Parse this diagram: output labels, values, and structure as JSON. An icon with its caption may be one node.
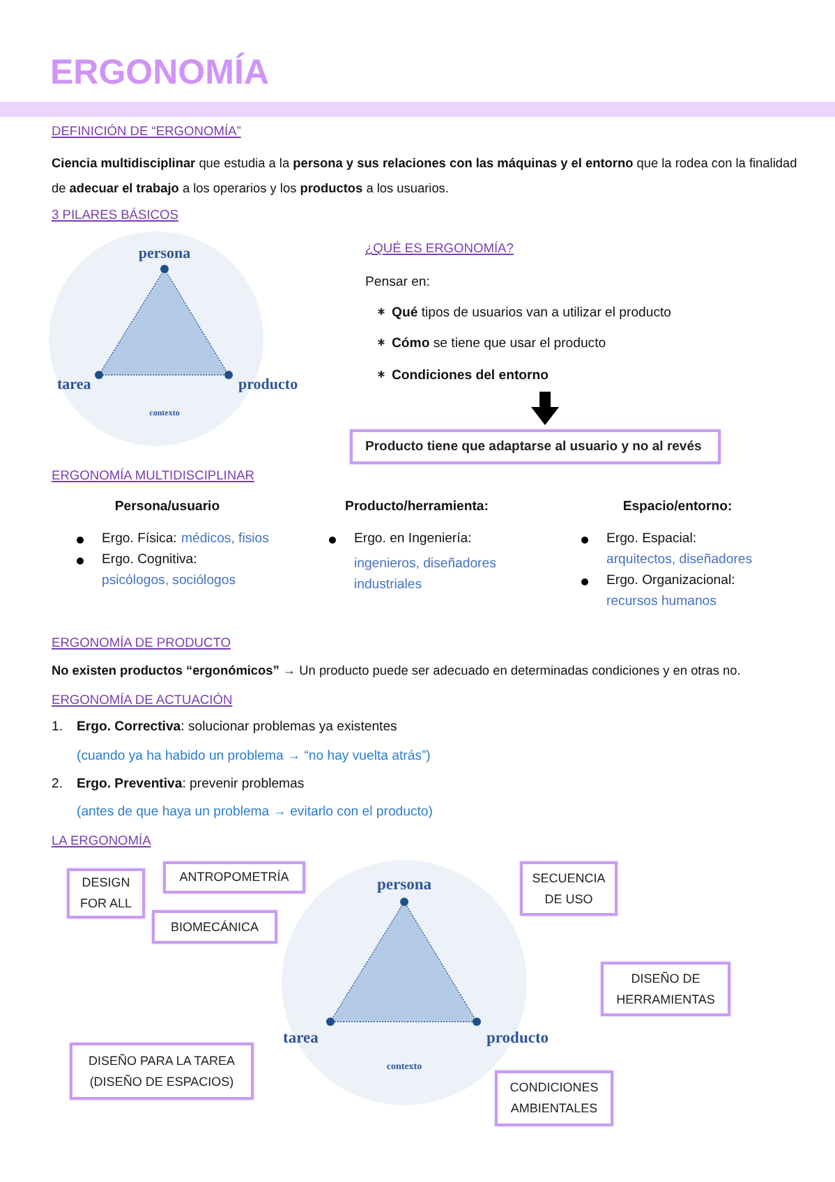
{
  "diagram": {
    "title": "ERGONOMÍA",
    "nodes": [
      {
        "text": [
          "persona",
          "tarea",
          "producto",
          "contexto"
        ]
      },
      {
        "text": [
          "Producto tiene que adaptarse al usuario y no al revés"
        ]
      },
      {
        "text": [
          "DESIGN FOR ALL"
        ]
      },
      {
        "text": [
          "ANTROPOMETRÍA"
        ]
      },
      {
        "text": [
          "SECUENCIA DE USO"
        ]
      },
      {
        "text": [
          "BIOMECÁNICA"
        ]
      },
      {
        "text": [
          "persona",
          "tarea",
          "producto",
          "contexto"
        ]
      },
      {
        "text": [
          "DISEÑO DE HERRAMIENTAS"
        ]
      },
      {
        "text": [
          "DISEÑO PARA LA TAREA (DISEÑO DE ESPACIOS)"
        ]
      },
      {
        "text": [
          "CONDICIONES AMBIENTALES"
        ]
      }
    ],
    "edges": [
      {
        "from": null,
        "to": 1,
        "arrow": "to"
      }
    ],
    "labels": [
      "DEFINICIÓN DE “ERGONOMÍA”",
      "**Ciencia multidisciplinar** que estudia a la **persona y sus relaciones con las máquinas y el entorno** que la rodea con la finalidad de **adecuar el trabajo** a los operarios y los **productos** a los usuarios.",
      "3 PILARES BÁSICOS",
      "¿QUÉ ES ERGONOMÍA?",
      "Pensar en:",
      "**Qué** tipos de usuarios van a utilizar el producto",
      "**Cómo** se tiene que usar el producto",
      "Condiciones del entorno",
      "ERGONOMÍA MULTIDISCIPLINAR",
      "Persona/usuario",
      "Producto/herramienta:",
      "Espacio/entorno:",
      "Ergo. Física:",
      "médicos, fisios",
      "Ergo. Cognitiva:",
      "psicólogos, sociólogos",
      "Ergo. en Ingeniería:",
      "ingenieros, diseñadores industriales",
      "Ergo. Espacial:",
      "arquitectos, diseñadores",
      "Ergo. Organizacional:",
      "recursos humanos",
      "ERGONOMÍA DE PRODUCTO",
      "**No existen productos “ergonómicos”** → Un producto puede ser adecuado en determinadas condiciones y en otras no.",
      "ERGONOMÍA DE ACTUACIÓN",
      "1.",
      "**Ergo. Correctiva**: solucionar problemas ya existentes",
      "(cuando ya ha habido un problema → “no hay vuelta atrás”)",
      "2.",
      "**Ergo. Preventiva**: prevenir problemas",
      "(antes de que haya un problema → evitarlo con el producto)",
      "LA ERGONOMÍA"
    ]
  }
}
